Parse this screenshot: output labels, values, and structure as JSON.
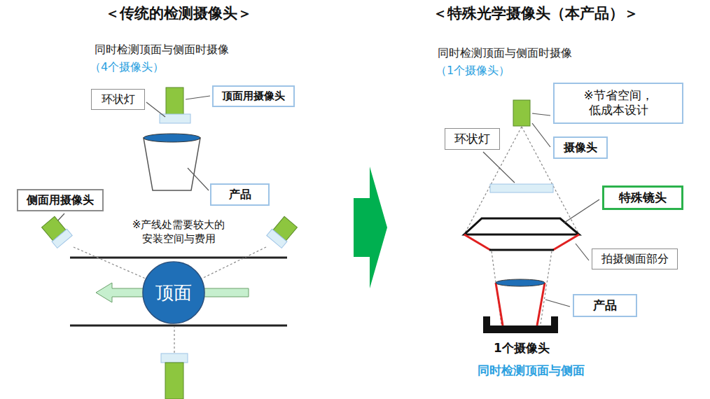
{
  "diagram": {
    "nodes": [
      {
        "text": [
          "环状灯"
        ]
      },
      {
        "text": [
          "顶面用摄像头"
        ]
      },
      {
        "text": [
          "产品"
        ]
      },
      {
        "text": [
          "侧面用摄像头"
        ]
      },
      {
        "text": [
          "顶面"
        ]
      },
      {
        "text": [
          "※节省空间， 低成本设计"
        ]
      },
      {
        "text": [
          "环状灯"
        ]
      },
      {
        "text": [
          "摄像头"
        ]
      },
      {
        "text": [
          "特殊镜头"
        ]
      },
      {
        "text": [
          "拍摄侧面部分"
        ]
      },
      {
        "text": [
          "产品"
        ]
      }
    ],
    "labels": [
      "＜传统的检测摄像头＞",
      "＜特殊光学摄像头（本产品）＞",
      "同时检测顶面与侧面时摄像",
      "（4个摄像头）",
      "※产线处需要较大的 安装空间与费用",
      "同时检测顶面与侧面时摄像",
      "（1个摄像头）",
      "1个摄像头",
      "同时检测顶面与侧面"
    ]
  }
}
